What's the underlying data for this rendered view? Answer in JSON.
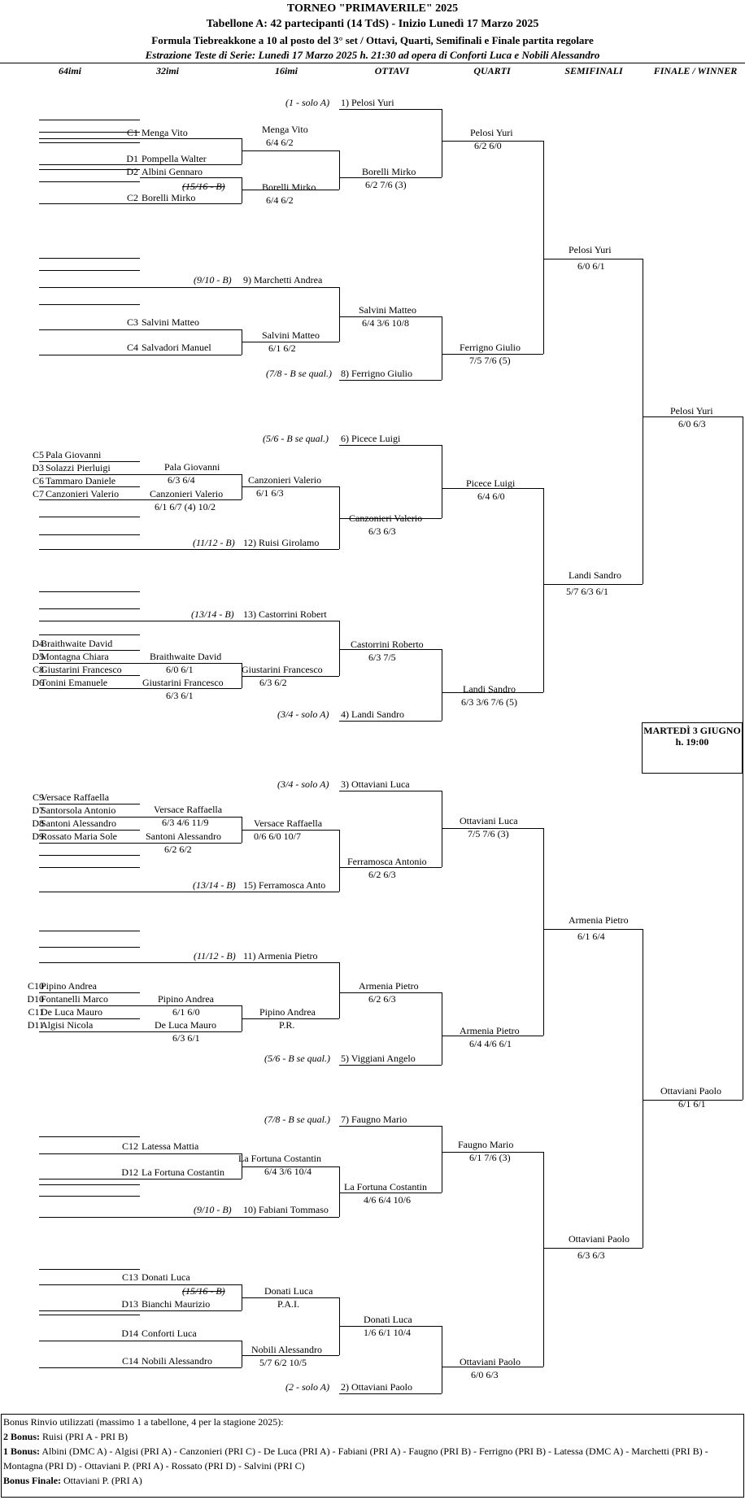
{
  "header": {
    "title": "TORNEO  \"PRIMAVERILE\"  2025",
    "subtitle": "Tabellone A: 42 partecipanti (14 TdS) - Inizio Lunedì 17 Marzo 2025",
    "formula": "Formula Tiebreakkone a 10 al posto del 3° set / Ottavi, Quarti, Semifinali e Finale partita regolare",
    "extraction": "Estrazione Teste di Serie: Lunedì 17 Marzo 2025 h. 21:30 ad opera di Conforti Luca e Nobili Alessandro"
  },
  "columns": [
    "64imi",
    "32imi",
    "16imi",
    "OTTAVI",
    "QUARTI",
    "SEMIFINALI",
    "FINALE / WINNER"
  ],
  "match_box": {
    "date": "MARTEDÌ 3 GIUGNO",
    "time": "h. 19:00"
  },
  "sections": [
    {
      "r64": [
        {
          "seed": "C1",
          "name": "Menga Vito"
        },
        {
          "seed": "D1",
          "name": "Pompella Walter"
        },
        {
          "seed": "D2",
          "name": "Albini Gennaro"
        },
        {
          "seed": "C2",
          "name": "Borelli Mirko"
        }
      ],
      "r32": [
        {
          "name": "Menga Vito",
          "score": "6/4  6/2"
        },
        {
          "name": "Borelli Mirko",
          "score": "6/4  6/2",
          "note": "(15/16 - B)"
        }
      ],
      "r16": [
        {
          "note": "(1 - solo A)",
          "name": "1) Pelosi Yuri"
        },
        {
          "name": "Borelli Mirko",
          "score": "6/2  7/6 (3)"
        }
      ],
      "ottavi": {
        "name": "Pelosi Yuri",
        "score": "6/2  6/0"
      }
    },
    {
      "r64": [
        {
          "seed": "C3",
          "name": "Salvini Matteo"
        },
        {
          "seed": "C4",
          "name": "Salvadori Manuel"
        }
      ],
      "r32": [
        {
          "note": "(9/10 - B)",
          "name": "9) Marchetti Andrea"
        },
        {
          "name": "Salvini Matteo",
          "score": "6/1  6/2"
        }
      ],
      "r16": [
        {
          "name": "Salvini Matteo",
          "score": "6/4  3/6  10/8"
        },
        {
          "note": "(7/8 - B se qual.)",
          "name": "8) Ferrigno Giulio"
        }
      ],
      "ottavi": {
        "name": "Ferrigno Giulio",
        "score": "7/5  7/6 (5)"
      }
    },
    {
      "r64": [
        {
          "seed": "C5",
          "name": "Pala Giovanni"
        },
        {
          "seed": "D3",
          "name": "Solazzi Pierluigi"
        },
        {
          "seed": "C6",
          "name": "Tammaro Daniele"
        },
        {
          "seed": "C7",
          "name": "Canzonieri Valerio"
        }
      ],
      "r32": [
        {
          "name": "Pala Giovanni",
          "score": "6/3  6/4"
        },
        {
          "name": "Canzonieri Valerio",
          "score": "6/1  6/7 (4)  10/2"
        }
      ],
      "r16": [
        {
          "note": "(5/6 - B se qual.)",
          "name": "6) Picece Luigi"
        },
        {
          "name": "Canzonieri Valerio",
          "score": "6/1  6/3"
        },
        {
          "note": "(11/12 - B)",
          "name": "12) Ruisi Girolamo"
        }
      ],
      "r16w": {
        "name": "Canzonieri Valerio",
        "score": "6/3  6/3"
      },
      "ottavi": {
        "name": "Picece Luigi",
        "score": "6/4  6/0"
      }
    },
    {
      "r64": [
        {
          "seed": "D4",
          "name": "Braithwaite David"
        },
        {
          "seed": "D5",
          "name": "Montagna Chiara"
        },
        {
          "seed": "C8",
          "name": "Giustarini Francesco"
        },
        {
          "seed": "D6",
          "name": "Tonini Emanuele"
        }
      ],
      "r32": [
        {
          "note": "(13/14 - B)",
          "name": "13) Castorrini Robert"
        },
        {
          "name": "Braithwaite David",
          "score": "6/0  6/1"
        },
        {
          "name": "Giustarini Francesco",
          "score": "6/3  6/1"
        }
      ],
      "r16": [
        {
          "name": "Castorrini Roberto",
          "score": "6/3  7/5"
        },
        {
          "name": "Giustarini Francesco",
          "score": "6/3  6/2"
        },
        {
          "note": "(3/4 - solo A)",
          "name": "4) Landi Sandro"
        }
      ],
      "ottavi": {
        "name": "Landi Sandro",
        "score": "6/3  3/6  7/6 (5)"
      }
    },
    {
      "r64": [
        {
          "seed": "C9",
          "name": "Versace Raffaella"
        },
        {
          "seed": "D7",
          "name": "Santorsola Antonio"
        },
        {
          "seed": "D8",
          "name": "Santoni Alessandro"
        },
        {
          "seed": "D9",
          "name": "Rossato Maria Sole"
        }
      ],
      "r32": [
        {
          "name": "Versace Raffaella",
          "score": "6/3  4/6  11/9"
        },
        {
          "name": "Santoni Alessandro",
          "score": "6/2  6/2"
        }
      ],
      "r16": [
        {
          "note": "(3/4 - solo A)",
          "name": "3) Ottaviani Luca"
        },
        {
          "name": "Versace Raffaella",
          "score": "0/6  6/0  10/7"
        },
        {
          "note": "(13/14 - B)",
          "name": "15) Ferramosca Anto"
        }
      ],
      "r16w": {
        "name": "Ferramosca Antonio",
        "score": "6/2  6/3"
      },
      "ottavi": {
        "name": "Ottaviani Luca",
        "score": "7/5  7/6 (3)"
      }
    },
    {
      "r64": [
        {
          "seed": "C10",
          "name": "Pipino Andrea"
        },
        {
          "seed": "D10",
          "name": "Fontanelli Marco"
        },
        {
          "seed": "C11",
          "name": "De Luca Mauro"
        },
        {
          "seed": "D11",
          "name": "Algisi Nicola"
        }
      ],
      "r32": [
        {
          "note": "(11/12 - B)",
          "name": "11) Armenia Pietro"
        },
        {
          "name": "Pipino Andrea",
          "score": "6/1  6/0"
        },
        {
          "name": "De Luca Mauro",
          "score": "6/3  6/1"
        }
      ],
      "r16": [
        {
          "name": "Armenia Pietro",
          "score": "6/2  6/3"
        },
        {
          "name": "Pipino Andrea",
          "score": "P.R."
        },
        {
          "note": "(5/6 - B se qual.)",
          "name": "5) Viggiani Angelo"
        }
      ],
      "ottavi": {
        "name": "Armenia Pietro",
        "score": "6/4  4/6  6/1"
      }
    },
    {
      "r64": [
        {
          "seed": "C12",
          "name": "Latessa Mattia"
        },
        {
          "seed": "D12",
          "name": "La Fortuna Costantin"
        }
      ],
      "r32": [
        {
          "name": "La Fortuna Costantin",
          "score": "6/4  3/6  10/4"
        },
        {
          "note": "(9/10 - B)",
          "name": "10) Fabiani Tommaso"
        }
      ],
      "r16": [
        {
          "note": "(7/8 - B se qual.)",
          "name": "7) Faugno Mario"
        },
        {
          "name": "La Fortuna Costantin",
          "score": "4/6  6/4  10/6"
        }
      ],
      "ottavi": {
        "name": "Faugno Mario",
        "score": "6/1  7/6 (3)"
      }
    },
    {
      "r64": [
        {
          "seed": "C13",
          "name": "Donati Luca"
        },
        {
          "seed": "D13",
          "name": "Bianchi Maurizio"
        },
        {
          "seed": "D14",
          "name": "Conforti Luca"
        },
        {
          "seed": "C14",
          "name": "Nobili Alessandro"
        }
      ],
      "r32": [
        {
          "name": "Donati Luca",
          "score": "P.A.I.",
          "note": "(15/16 - B)"
        },
        {
          "name": "Nobili Alessandro",
          "score": "5/7  6/2  10/5"
        }
      ],
      "r16": [
        {
          "name": "Donati Luca",
          "score": "1/6  6/1  10/4"
        },
        {
          "note": "(2 - solo A)",
          "name": "2) Ottaviani Paolo"
        }
      ],
      "ottavi": {
        "name": "Ottaviani Paolo",
        "score": "6/0  6/3"
      }
    }
  ],
  "quarti": [
    {
      "name": "Pelosi Yuri",
      "score": "6/0  6/1"
    },
    {
      "name": "Landi Sandro",
      "score": "5/7  6/3  6/1"
    },
    {
      "name": "Armenia Pietro",
      "score": "6/1  6/4"
    },
    {
      "name": "Ottaviani Paolo",
      "score": "6/3  6/3"
    }
  ],
  "semifinali": [
    {
      "name": "Pelosi Yuri",
      "score": "6/0  6/3"
    },
    {
      "name": "Ottaviani Paolo",
      "score": "6/1  6/1"
    }
  ],
  "bonus": {
    "line1": "Bonus Rinvio utilizzati (massimo 1 a tabellone, 4 per la stagione 2025):",
    "line2_label": "2 Bonus:",
    "line2_text": " Ruisi (PRI A - PRI B)",
    "line3_label": "1 Bonus:",
    "line3_text": " Albini (DMC A) - Algisi (PRI A) - Canzonieri (PRI C) - De Luca (PRI A) - Fabiani (PRI A) - Faugno (PRI B) - Ferrigno (PRI B) - Latessa (DMC A) - Marchetti (PRI B) -",
    "line4_text": "Montagna (PRI D) - Ottaviani P. (PRI A) - Rossato (PRI D) - Salvini (PRI C)",
    "line5_label": "Bonus Finale:",
    "line5_text": " Ottaviani P. (PRI A)"
  }
}
